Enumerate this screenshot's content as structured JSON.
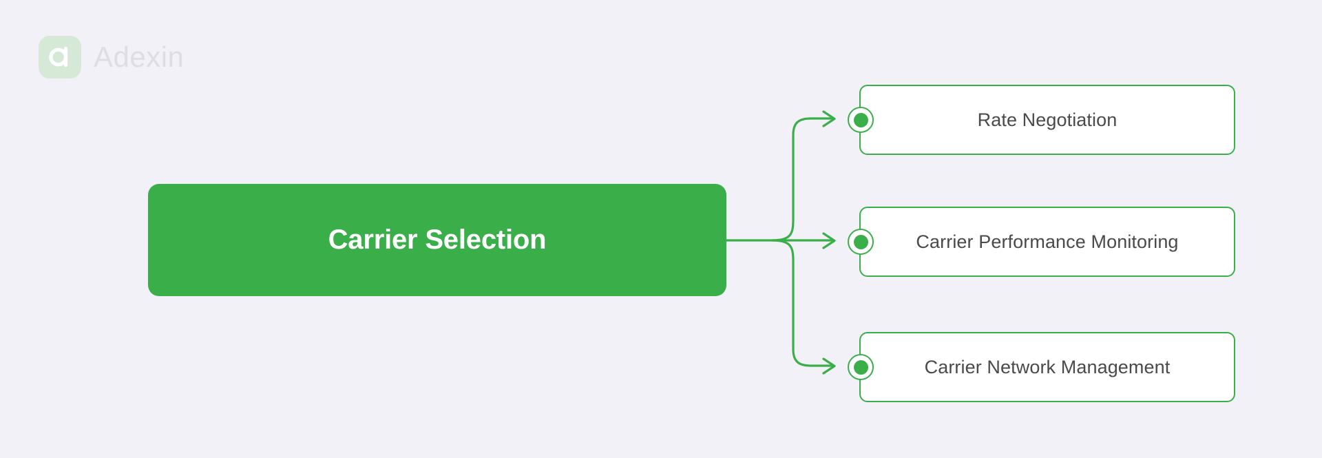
{
  "background_color": "#f2f1f7",
  "accent_color": "#3aae49",
  "brand": {
    "name": "Adexin",
    "logo_icon": "adexin-a-mark-icon",
    "logo_mark_color": "#d6e9d7",
    "wordmark_color": "#dedde6"
  },
  "diagram": {
    "type": "mind-map",
    "root": {
      "label": "Carrier Selection",
      "fill_color": "#3aae49",
      "text_color": "#ffffff"
    },
    "branches": [
      {
        "label": "Rate Negotiation",
        "marker_icon": "bullet-dot-icon",
        "border_color": "#3aae49",
        "fill_color": "#ffffff",
        "text_color": "#4a4a4a"
      },
      {
        "label": "Carrier Performance Monitoring",
        "marker_icon": "bullet-dot-icon",
        "border_color": "#3aae49",
        "fill_color": "#ffffff",
        "text_color": "#4a4a4a"
      },
      {
        "label": "Carrier Network Management",
        "marker_icon": "bullet-dot-icon",
        "border_color": "#3aae49",
        "fill_color": "#ffffff",
        "text_color": "#4a4a4a"
      }
    ],
    "connector_icon": "arrow-right-icon",
    "connector_color": "#3aae49"
  }
}
